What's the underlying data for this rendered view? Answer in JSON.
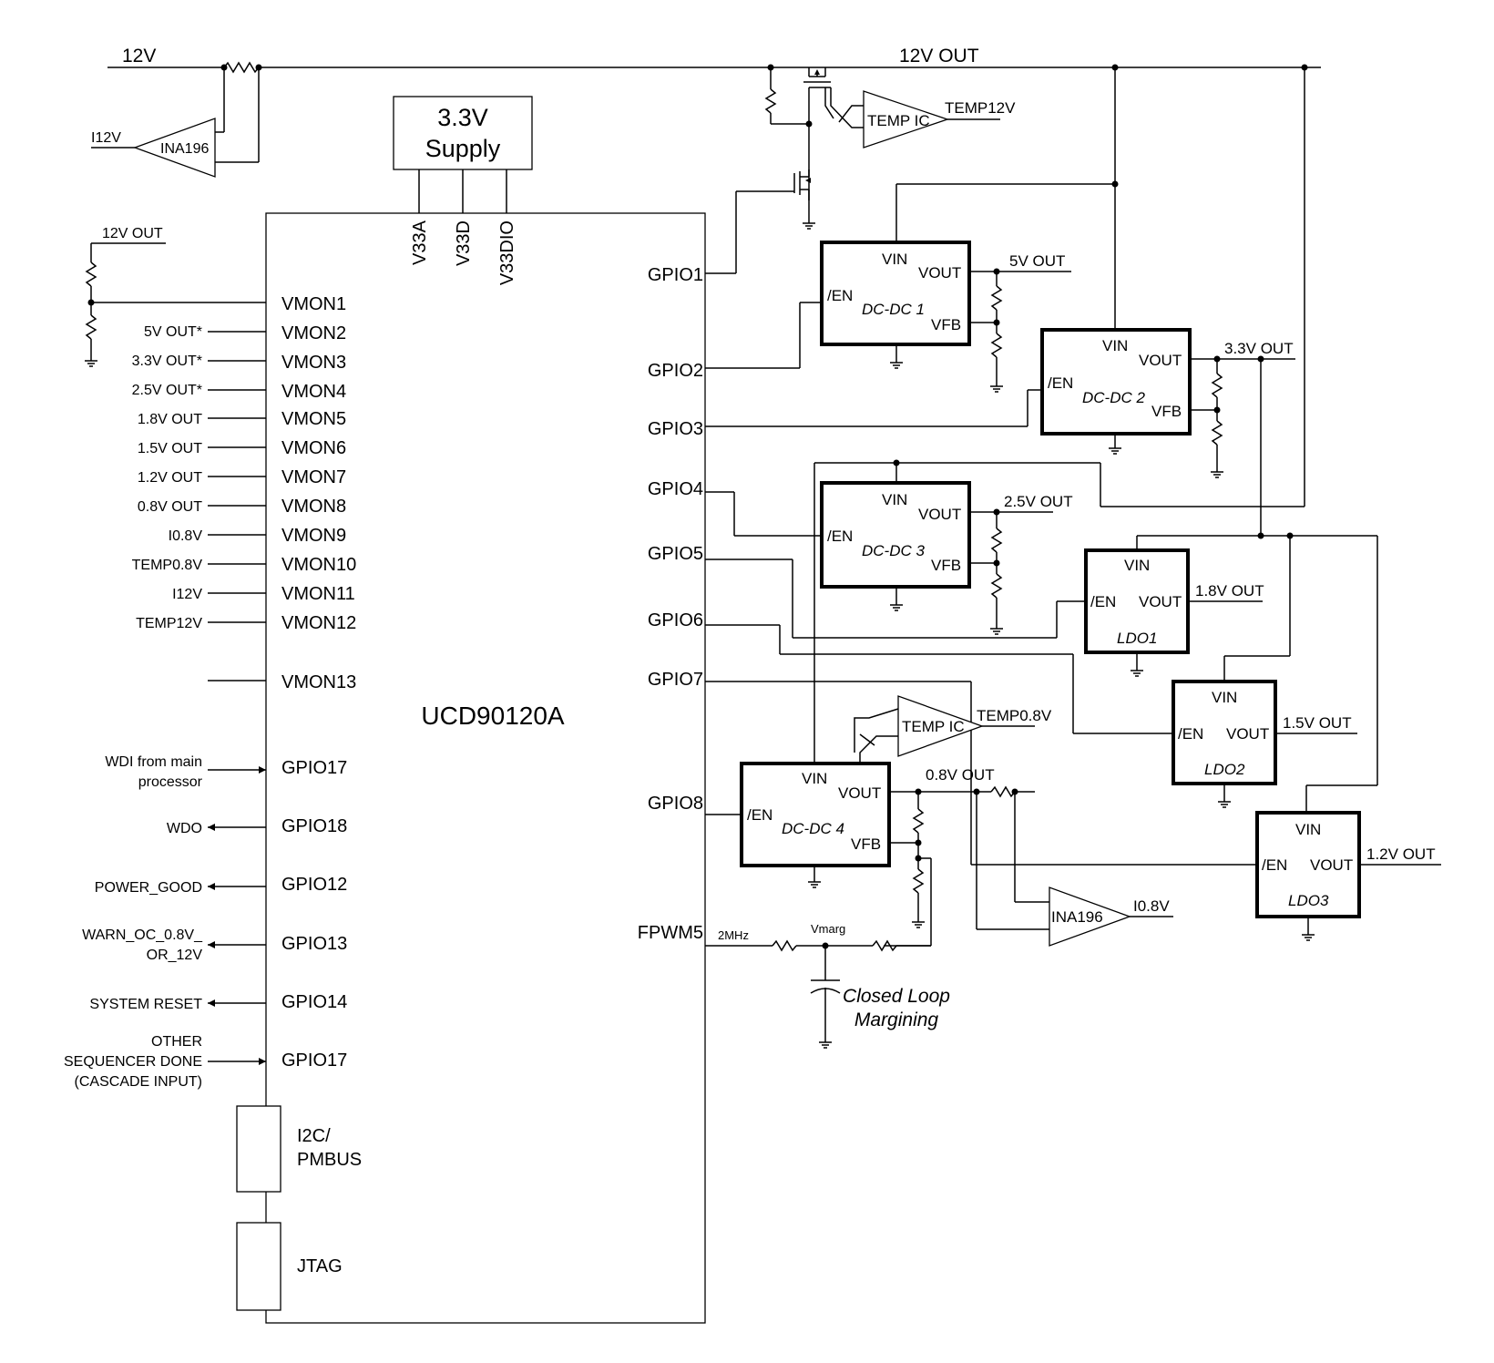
{
  "rails": {
    "in_12v": "12V",
    "out_12v": "12V OUT",
    "out_12v_small": "12V OUT"
  },
  "supply": {
    "line1": "3.3V",
    "line2": "Supply"
  },
  "controller": {
    "name": "UCD90120A",
    "supply_pins": [
      "V33A",
      "V33D",
      "V33DIO"
    ],
    "vmon_pins": [
      {
        "pin": "VMON1",
        "signal": ""
      },
      {
        "pin": "VMON2",
        "signal": "5V OUT*"
      },
      {
        "pin": "VMON3",
        "signal": "3.3V OUT*"
      },
      {
        "pin": "VMON4",
        "signal": "2.5V OUT*"
      },
      {
        "pin": "VMON5",
        "signal": "1.8V OUT"
      },
      {
        "pin": "VMON6",
        "signal": "1.5V OUT"
      },
      {
        "pin": "VMON7",
        "signal": "1.2V OUT"
      },
      {
        "pin": "VMON8",
        "signal": "0.8V OUT"
      },
      {
        "pin": "VMON9",
        "signal": "I0.8V"
      },
      {
        "pin": "VMON10",
        "signal": "TEMP0.8V"
      },
      {
        "pin": "VMON11",
        "signal": "I12V"
      },
      {
        "pin": "VMON12",
        "signal": "TEMP12V"
      },
      {
        "pin": "VMON13",
        "signal": ""
      }
    ],
    "left_gpio": [
      {
        "pin": "GPIO17",
        "signal": [
          "WDI from main",
          "processor"
        ],
        "dir": "in"
      },
      {
        "pin": "GPIO18",
        "signal": [
          "WDO"
        ],
        "dir": "out"
      },
      {
        "pin": "GPIO12",
        "signal": [
          "POWER_GOOD"
        ],
        "dir": "out"
      },
      {
        "pin": "GPIO13",
        "signal": [
          "WARN_OC_0.8V_",
          "OR_12V"
        ],
        "dir": "out"
      },
      {
        "pin": "GPIO14",
        "signal": [
          "SYSTEM RESET"
        ],
        "dir": "out"
      },
      {
        "pin": "GPIO17",
        "signal": [
          "OTHER",
          "SEQUENCER DONE",
          "(CASCADE INPUT)"
        ],
        "dir": "in"
      }
    ],
    "right_pins": [
      "GPIO1",
      "GPIO2",
      "GPIO3",
      "GPIO4",
      "GPIO5",
      "GPIO6",
      "GPIO7",
      "GPIO8",
      "FPWM5"
    ],
    "bus_blocks": [
      [
        "I2C/",
        "PMBUS"
      ],
      [
        "JTAG"
      ]
    ]
  },
  "regulators": [
    {
      "name": "DC-DC 1",
      "pins": [
        "VIN",
        "VOUT",
        "/EN",
        "VFB"
      ],
      "output": "5V OUT"
    },
    {
      "name": "DC-DC 2",
      "pins": [
        "VIN",
        "VOUT",
        "/EN",
        "VFB"
      ],
      "output": "3.3V OUT"
    },
    {
      "name": "DC-DC 3",
      "pins": [
        "VIN",
        "VOUT",
        "/EN",
        "VFB"
      ],
      "output": "2.5V OUT"
    },
    {
      "name": "DC-DC 4",
      "pins": [
        "VIN",
        "VOUT",
        "/EN",
        "VFB"
      ],
      "output": "0.8V OUT"
    },
    {
      "name": "LDO1",
      "pins": [
        "VIN",
        "/EN",
        "VOUT"
      ],
      "output": "1.8V OUT"
    },
    {
      "name": "LDO2",
      "pins": [
        "VIN",
        "/EN",
        "VOUT"
      ],
      "output": "1.5V OUT"
    },
    {
      "name": "LDO3",
      "pins": [
        "VIN",
        "/EN",
        "VOUT"
      ],
      "output": "1.2V OUT"
    }
  ],
  "amplifiers": {
    "ina_12v": {
      "label": "INA196",
      "out": "I12V"
    },
    "ina_08v": {
      "label": "INA196",
      "out": "I0.8V"
    },
    "temp_12v": {
      "label": "TEMP IC",
      "out": "TEMP12V"
    },
    "temp_08v": {
      "label": "TEMP IC",
      "out": "TEMP0.8V"
    }
  },
  "margining": {
    "freq": "2MHz",
    "node": "Vmarg",
    "caption": [
      "Closed Loop",
      "Margining"
    ]
  }
}
